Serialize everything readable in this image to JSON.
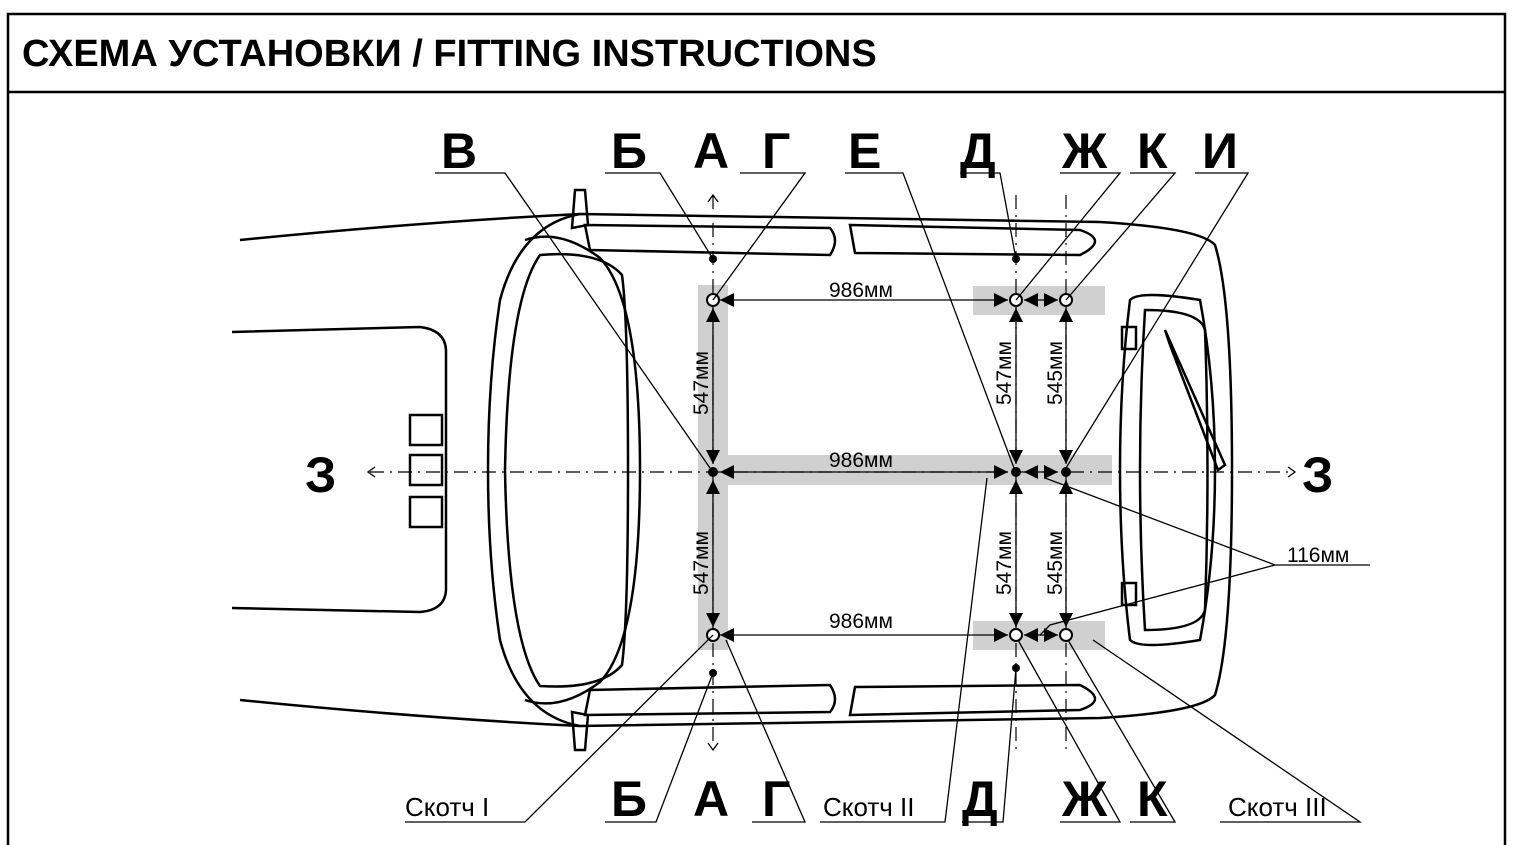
{
  "title": "СХЕМА УСТАНОВКИ / FITTING INSTRUCTIONS",
  "top_labels": [
    "В",
    "Б",
    "А",
    "Г",
    "Е",
    "Д",
    "Ж",
    "К",
    "И"
  ],
  "bottom_labels": {
    "tape1": "Скотч I",
    "b": "Б",
    "a": "А",
    "g": "Г",
    "tape2": "Скотч II",
    "d": "Д",
    "zh": "Ж",
    "k": "К",
    "tape3": "Скотч III"
  },
  "axis_label": "З",
  "dimensions": {
    "length_top": "986мм",
    "length_mid": "986мм",
    "length_bottom": "986мм",
    "width_left_top": "547мм",
    "width_left_bottom": "547мм",
    "width_mid_top": "547мм",
    "width_mid_bottom": "547мм",
    "width_right_top": "545мм",
    "width_right_bottom": "545мм",
    "offset": "116мм"
  },
  "colors": {
    "band": "#d0d0d0",
    "line": "#000000"
  }
}
